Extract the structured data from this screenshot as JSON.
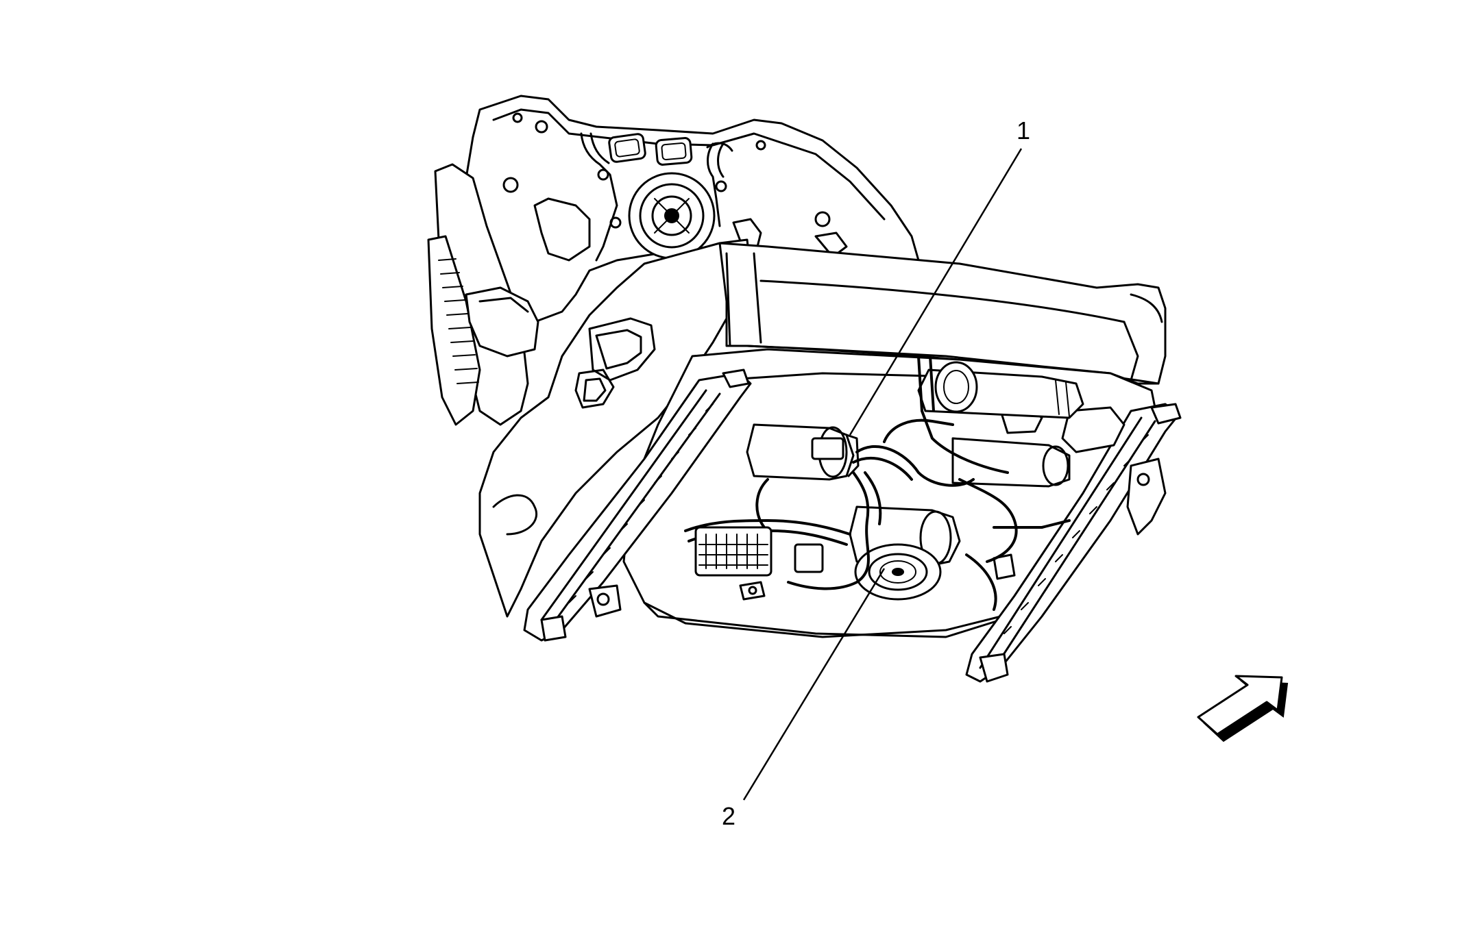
{
  "callouts": [
    {
      "id": "callout-1",
      "label": "1"
    },
    {
      "id": "callout-2",
      "label": "2"
    }
  ],
  "colors": {
    "ink": "#000000",
    "background": "#ffffff"
  },
  "icons": {
    "orientation": "direction-arrow-icon"
  }
}
